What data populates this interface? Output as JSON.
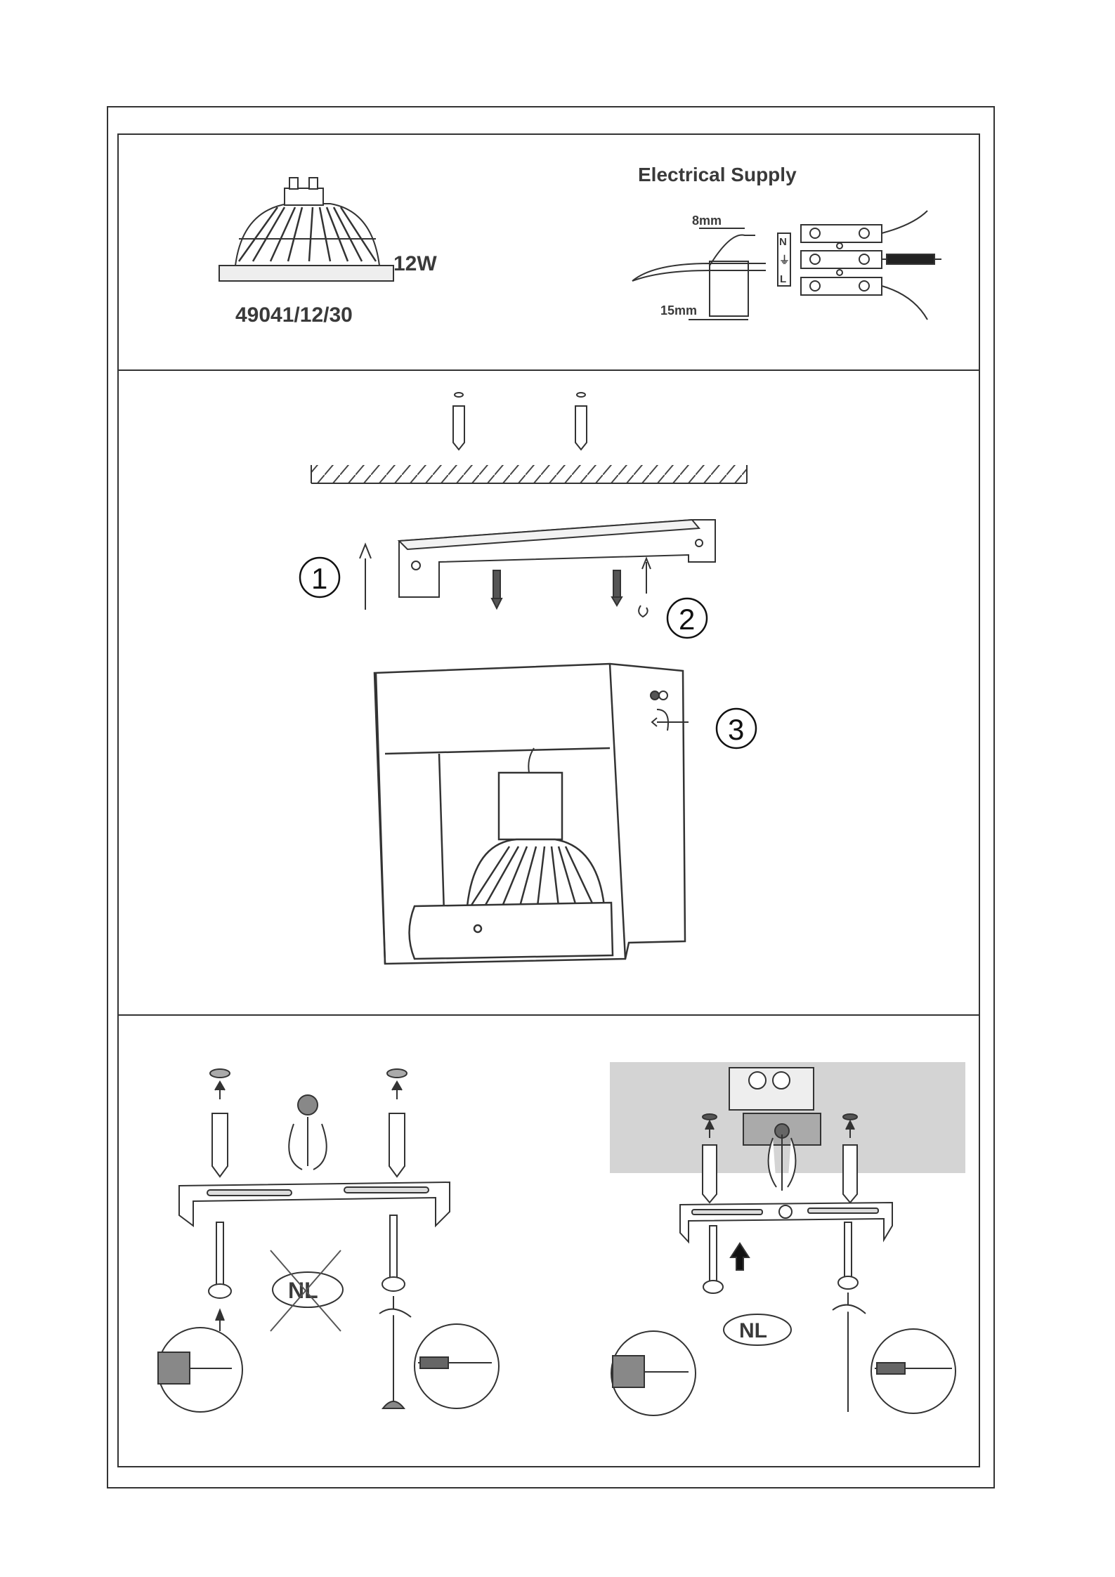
{
  "lamp": {
    "wattage": "12W",
    "model": "49041/12/30"
  },
  "electrical": {
    "title": "Electrical Supply",
    "strip_length": "8mm",
    "sheath_length": "15mm",
    "terminals": [
      "N",
      "⏚",
      "L"
    ]
  },
  "steps": [
    "1",
    "2",
    "3"
  ],
  "nl_badges": [
    "NL",
    "NL"
  ]
}
